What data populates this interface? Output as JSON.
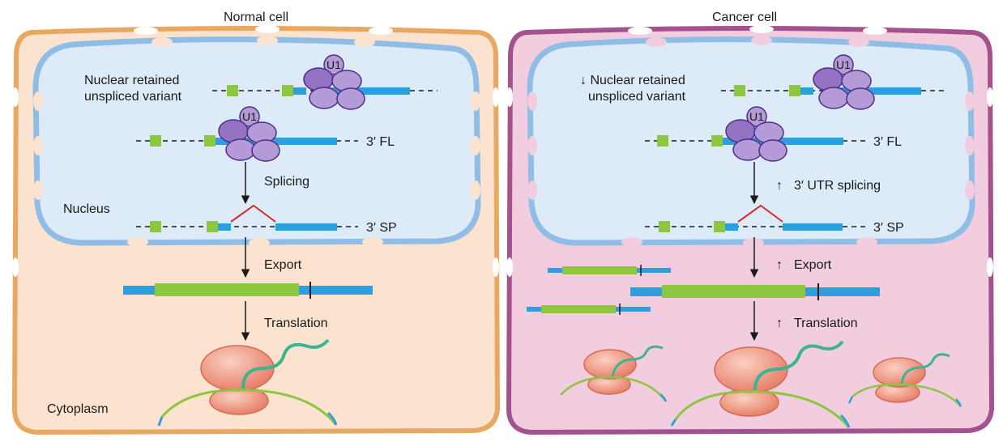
{
  "panels": {
    "normal": {
      "title": "Normal cell",
      "nuclear_retained_line1": "Nuclear retained",
      "nuclear_retained_line2": "unspliced variant",
      "u1_top": "U1",
      "u1_mid": "U1",
      "fl_label": "3′ FL",
      "splicing": "Splicing",
      "nucleus": "Nucleus",
      "sp_label": "3′ SP",
      "export": "Export",
      "translation": "Translation",
      "cytoplasm": "Cytoplasm"
    },
    "cancer": {
      "title": "Cancer cell",
      "nuclear_retained_line1": "↓ Nuclear retained",
      "nuclear_retained_line2": "unspliced variant",
      "u1_top": "U1",
      "u1_mid": "U1",
      "fl_label": "3′ FL",
      "splicing": "3′ UTR splicing",
      "sp_label": "3′ SP",
      "export": "Export",
      "translation": "Translation",
      "up_arrow": "↑"
    }
  },
  "colors": {
    "normal_cell_fill": "#fbe3cf",
    "normal_cell_border": "#e8a862",
    "cancer_cell_fill": "#f2cde0",
    "cancer_cell_border": "#a4528d",
    "nucleus_fill": "#dcebf7",
    "nucleus_border": "#8fbde6",
    "exon_green": "#8dc63f",
    "utr_blue": "#2e9fdc",
    "u1_purple": "#b49ad6",
    "u1_dark": "#9573c4",
    "splice_red": "#d42b2b",
    "ribosome": "#e98470",
    "protein_teal": "#3bb58f"
  }
}
